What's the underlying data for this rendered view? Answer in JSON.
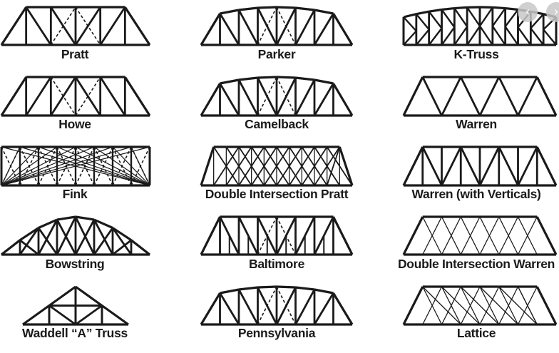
{
  "trusses": [
    {
      "name": "pratt",
      "label": "Pratt"
    },
    {
      "name": "howe",
      "label": "Howe"
    },
    {
      "name": "fink",
      "label": "Fink"
    },
    {
      "name": "bowstring",
      "label": "Bowstring"
    },
    {
      "name": "waddell",
      "label": "Waddell “A” Truss"
    },
    {
      "name": "parker",
      "label": "Parker"
    },
    {
      "name": "camelback",
      "label": "Camelback"
    },
    {
      "name": "double-intersection-pratt",
      "label": "Double Intersection Pratt"
    },
    {
      "name": "baltimore",
      "label": "Baltimore"
    },
    {
      "name": "pennsylvania",
      "label": "Pennsylvania"
    },
    {
      "name": "k-truss",
      "label": "K-Truss"
    },
    {
      "name": "warren",
      "label": "Warren"
    },
    {
      "name": "warren-verticals",
      "label": "Warren (with Verticals)"
    },
    {
      "name": "double-intersection-warren",
      "label": "Double Intersection Warren"
    },
    {
      "name": "lattice",
      "label": "Lattice"
    }
  ],
  "nav": {
    "prev_icon": "chevron-left-icon",
    "next_icon": "chevron-right-icon",
    "prev": "‹",
    "next": "›"
  },
  "colors": {
    "line": "#1a1a1a",
    "nav": "#c8c8c8"
  }
}
